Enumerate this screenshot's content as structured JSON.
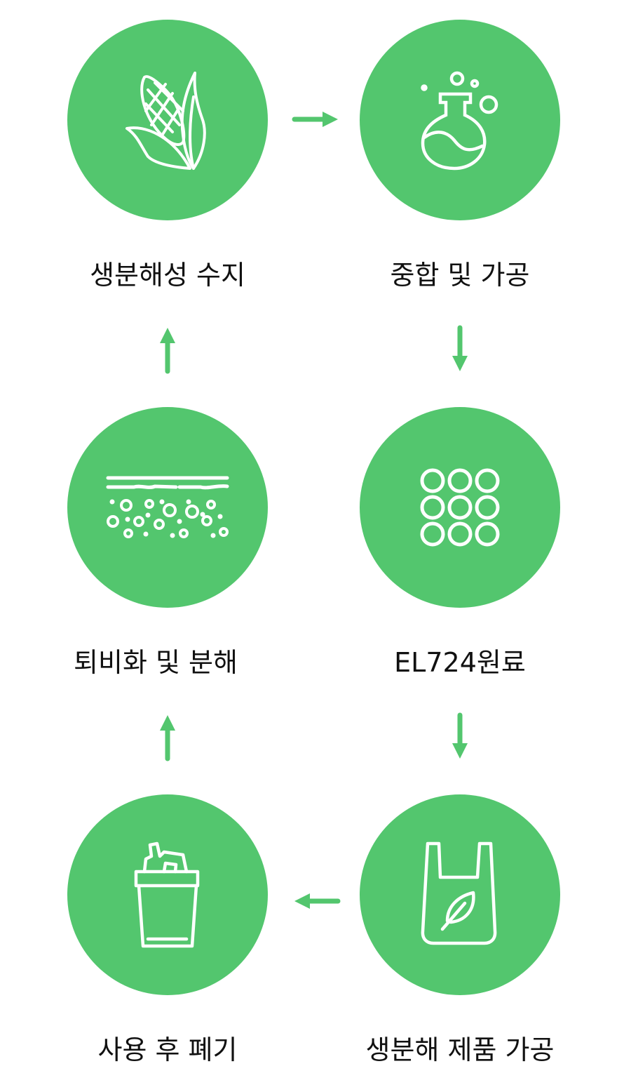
{
  "colors": {
    "accent": "#53c66e",
    "text": "#111111"
  },
  "steps": [
    {
      "label": "생분해성 수지",
      "icon": "corn-icon"
    },
    {
      "label": "중합 및 가공",
      "icon": "flask-icon"
    },
    {
      "label": "EL724원료",
      "icon": "pellets-icon"
    },
    {
      "label": "생분해 제품 가공",
      "icon": "bag-icon"
    },
    {
      "label": "사용 후 폐기",
      "icon": "trash-bin-icon"
    },
    {
      "label": "퇴비화 및 분해",
      "icon": "soil-icon"
    }
  ]
}
